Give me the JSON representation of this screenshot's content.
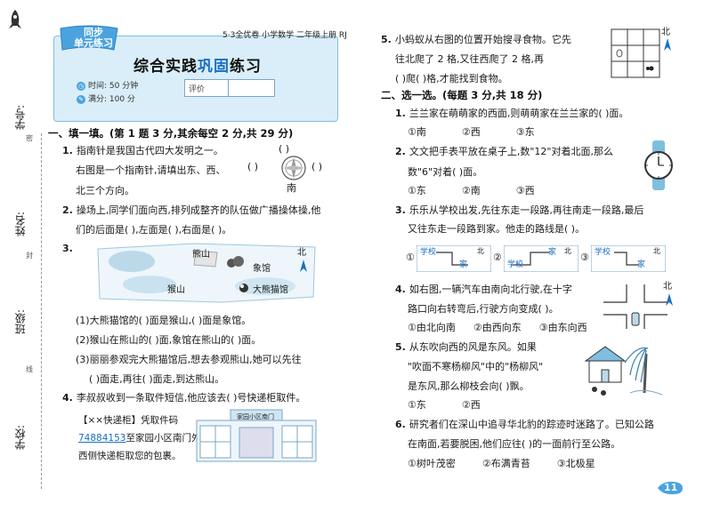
{
  "margin": {
    "labels": [
      "学号:",
      "姓名:",
      "班级:",
      "学校:"
    ],
    "small": [
      "密",
      "封",
      "线"
    ]
  },
  "header": {
    "badge": [
      "同步",
      "单元练习"
    ],
    "meta": "5·3全优卷  小学数学  二年级上册  RJ",
    "title_a": "综合实践",
    "title_b": "巩固",
    "title_c": "练习",
    "time": "时间: 50 分钟",
    "score": "满分: 100 分",
    "eval": "评价"
  },
  "left": {
    "sec1": "一、填一填。(第 1 题 3 分,其余每空 2 分,共 29 分)",
    "q1": [
      "1.",
      "指南针是我国古代四大发明之一。",
      "右图是一个指南针,请填出东、西、",
      "北三个方向。"
    ],
    "compass": {
      "blank": "(    )",
      "south": "南"
    },
    "q2": [
      "2.",
      "操场上,同学们面向西,排列成整齐的队伍做广播操体操,他",
      "们的后面是(    ),左面是(    ),右面是(    )。"
    ],
    "q3num": "3.",
    "map": {
      "north": "北",
      "labels": [
        "熊山",
        "象馆",
        "猴山",
        "大熊猫馆"
      ]
    },
    "q3": [
      "(1)大熊猫馆的(    )面是猴山,(    )面是象馆。",
      "(2)猴山在熊山的(    )面,象馆在熊山的(    )面。",
      "(3)丽丽参观完大熊猫馆后,想去参观熊山,她可以先往",
      "(    )面走,再往(    )面走,到达熊山。"
    ],
    "q4": [
      "4.",
      "李叔叔收到一条取件短信,他应该去(    )号快递柜取件。"
    ],
    "sms": [
      "【××快递柜】凭取件码",
      "74884153",
      "至家园小区南门外",
      "西侧快递柜取您的包裹。"
    ],
    "locker": "家园小区南门"
  },
  "right": {
    "q5": [
      "5.",
      "小蚂蚁从右图的位置开始搜寻食物。它先",
      "往北爬了 2 格,又往西爬了 2 格,再",
      "(    )爬(    )格,才能找到食物。"
    ],
    "grid_north": "北",
    "sec2": "二、选一选。(每题 3 分,共 18 分)",
    "c1": [
      "1.",
      "兰兰家在萌萌家的西面,则萌萌家在兰兰家的(    )面。"
    ],
    "c1opts": [
      "①南",
      "②西",
      "③东"
    ],
    "c2": [
      "2.",
      "文文把手表平放在桌子上,数\"12\"对着北面,那么",
      "数\"6\"对着(    )面。"
    ],
    "c2opts": [
      "①东",
      "②南",
      "③西"
    ],
    "c3": [
      "3.",
      "乐乐从学校出发,先往东走一段路,再往南走一段路,最后",
      "又往东走一段路到家。他走的路线是(    )。"
    ],
    "routes": [
      {
        "mark": "①",
        "school": "学校",
        "home": "家"
      },
      {
        "mark": "②",
        "school": "学校",
        "home": "家"
      },
      {
        "mark": "③",
        "school": "学校",
        "home": "家"
      }
    ],
    "north": "北",
    "c4": [
      "4.",
      "如右图,一辆汽车由南向北行驶,在十字",
      "路口向右转弯后,行驶方向变成(    )。"
    ],
    "c4opts": [
      "①由北向南",
      "②由西向东",
      "③由东向西"
    ],
    "c5": [
      "5.",
      "从东吹向西的风是东风。如果",
      "\"吹面不寒杨柳风\"中的\"杨柳风\"",
      "是东风,那么柳枝会向(    )飘。"
    ],
    "c5opts": [
      "①东",
      "②西"
    ],
    "c6": [
      "6.",
      "研究者们在深山中追寻华北豹的踪迹时迷路了。已知公路",
      "在南面,若要脱困,他们应往(    )的一面前行至公路。"
    ],
    "c6opts": [
      "①树叶茂密",
      "②布满青苔",
      "③北极星"
    ],
    "page": "11"
  },
  "colors": {
    "accent": "#1a6fc4",
    "header_bg": "#d9eef8",
    "badge": "#4aa3df"
  }
}
